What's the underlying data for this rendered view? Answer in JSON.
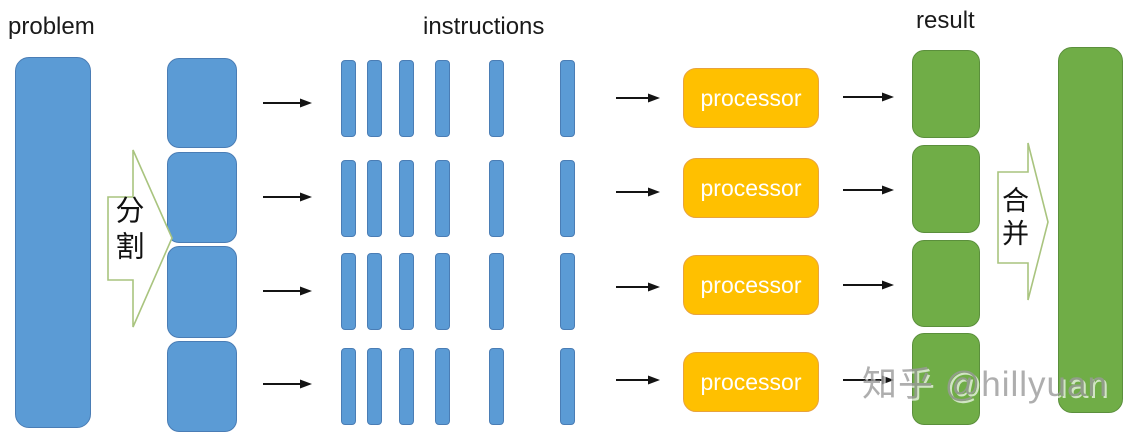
{
  "diagram": {
    "title_problem": "problem",
    "title_instructions": "instructions",
    "title_result": "result",
    "split_label": "分割",
    "merge_label": "合并",
    "processor_label": "processor",
    "num_rows": 4,
    "bars_per_row": 6,
    "watermark": "知乎 @hillyuan",
    "colors": {
      "blue_fill": "#5B9BD5",
      "blue_border": "#4A7DB5",
      "green_fill": "#70AD47",
      "green_border": "#5B8F3C",
      "yellow_fill": "#FFC000",
      "yellow_border": "#E8A33D",
      "outline_arrow": "#A9C47F",
      "arrow": "#141414",
      "watermark": "#9a9a9a"
    }
  }
}
